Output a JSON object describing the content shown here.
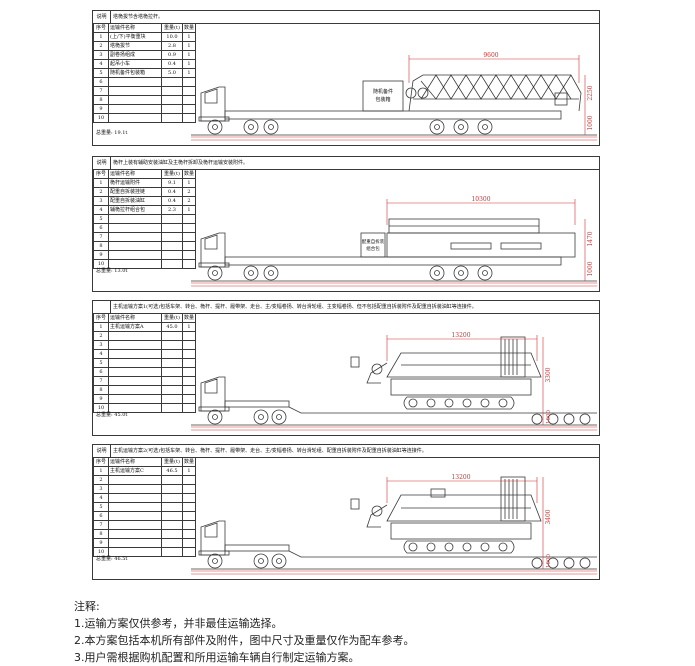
{
  "sections": [
    {
      "key": "说明",
      "title": "塔桅拔节含塔桅拉杆。",
      "columns": [
        "序号",
        "运输件名称",
        "重量(t)",
        "数量"
      ],
      "rows": [
        [
          "1",
          "(上/下)平衡重块",
          "10.0",
          "1"
        ],
        [
          "2",
          "塔桅拔节",
          "2.8",
          "1"
        ],
        [
          "3",
          "副卷扬组成",
          "0.9",
          "1"
        ],
        [
          "4",
          "起吊小车",
          "0.4",
          "1"
        ],
        [
          "5",
          "随机备件包装箱",
          "5.0",
          "1"
        ],
        [
          "6",
          "",
          "",
          ""
        ],
        [
          "7",
          "",
          "",
          ""
        ],
        [
          "8",
          "",
          "",
          ""
        ],
        [
          "9",
          "",
          "",
          ""
        ],
        [
          "10",
          "",
          "",
          ""
        ]
      ],
      "weight_label": "总重量: 19.1t",
      "dims": {
        "length": "9600",
        "height": "2250",
        "bed": "1000"
      },
      "box_label": [
        "随机备件",
        "包装箱"
      ]
    },
    {
      "key": "说明",
      "title": "桅杆上装有辅助安装油缸及主桅杆拆卸及桅杆运输安装附件。",
      "columns": [
        "序号",
        "运输件名称",
        "重量(t)",
        "数量"
      ],
      "rows": [
        [
          "1",
          "桅杆运输附件",
          "9.1",
          "1"
        ],
        [
          "2",
          "配重自拆装挂链",
          "0.4",
          "2"
        ],
        [
          "3",
          "配重自拆装油缸",
          "0.4",
          "2"
        ],
        [
          "4",
          "辅桅拉杆组合包",
          "2.3",
          "1"
        ],
        [
          "5",
          "",
          "",
          ""
        ],
        [
          "6",
          "",
          "",
          ""
        ],
        [
          "7",
          "",
          "",
          ""
        ],
        [
          "8",
          "",
          "",
          ""
        ],
        [
          "9",
          "",
          "",
          ""
        ],
        [
          "10",
          "",
          "",
          ""
        ]
      ],
      "weight_label": "总重量: 13.0t",
      "dims": {
        "length": "10300",
        "height": "1470",
        "bed": "1000"
      },
      "box_label": [
        "配重自拆装",
        "组合包"
      ]
    },
    {
      "key": "",
      "title": "主机运输方案1(可选)包括车架、转台、桅杆、提杆、履带架、走台、主/变幅卷扬、转台滑轮组、主变幅卷扬、但不包括配重自拆装附件及配重自拆装油缸等连接件。",
      "columns": [
        "序号",
        "运输件名称",
        "重量(t)",
        "数量"
      ],
      "rows": [
        [
          "1",
          "主机运输方案A",
          "45.0",
          "1"
        ],
        [
          "2",
          "",
          "",
          ""
        ],
        [
          "3",
          "",
          "",
          ""
        ],
        [
          "4",
          "",
          "",
          ""
        ],
        [
          "5",
          "",
          "",
          ""
        ],
        [
          "6",
          "",
          "",
          ""
        ],
        [
          "7",
          "",
          "",
          ""
        ],
        [
          "8",
          "",
          "",
          ""
        ],
        [
          "9",
          "",
          "",
          ""
        ],
        [
          "10",
          "",
          "",
          ""
        ]
      ],
      "weight_label": "总重量: 45.0t",
      "dims": {
        "length": "13200",
        "height": "3300",
        "bed": "1000"
      }
    },
    {
      "key": "说明",
      "title": "主机运输方案2(可选)包括车架、转台、桅杆、提杆、履带架、走台、主/变幅卷扬、转台滑轮组、配重自拆装附件及配重自拆装油缸等连接件。",
      "columns": [
        "序号",
        "运输件名称",
        "重量(t)",
        "数量"
      ],
      "rows": [
        [
          "1",
          "主机运输方案C",
          "46.5",
          "1"
        ],
        [
          "2",
          "",
          "",
          ""
        ],
        [
          "3",
          "",
          "",
          ""
        ],
        [
          "4",
          "",
          "",
          ""
        ],
        [
          "5",
          "",
          "",
          ""
        ],
        [
          "6",
          "",
          "",
          ""
        ],
        [
          "7",
          "",
          "",
          ""
        ],
        [
          "8",
          "",
          "",
          ""
        ],
        [
          "9",
          "",
          "",
          ""
        ],
        [
          "10",
          "",
          "",
          ""
        ]
      ],
      "weight_label": "总重量: 46.5t",
      "dims": {
        "length": "13200",
        "height": "3400",
        "bed": "1000"
      }
    }
  ],
  "notes": {
    "heading": "注释:",
    "items": [
      "1.运输方案仅供参考，并非最佳运输选择。",
      "2.本方案包括本机所有部件及附件，图中尺寸及重量仅作为配车参考。",
      "3.用户需根据购机配置和所用运输车辆自行制定运输方案。"
    ]
  },
  "colors": {
    "dimension": "#d23030",
    "line": "#3a3a3a",
    "border": "#3a3a3a"
  }
}
